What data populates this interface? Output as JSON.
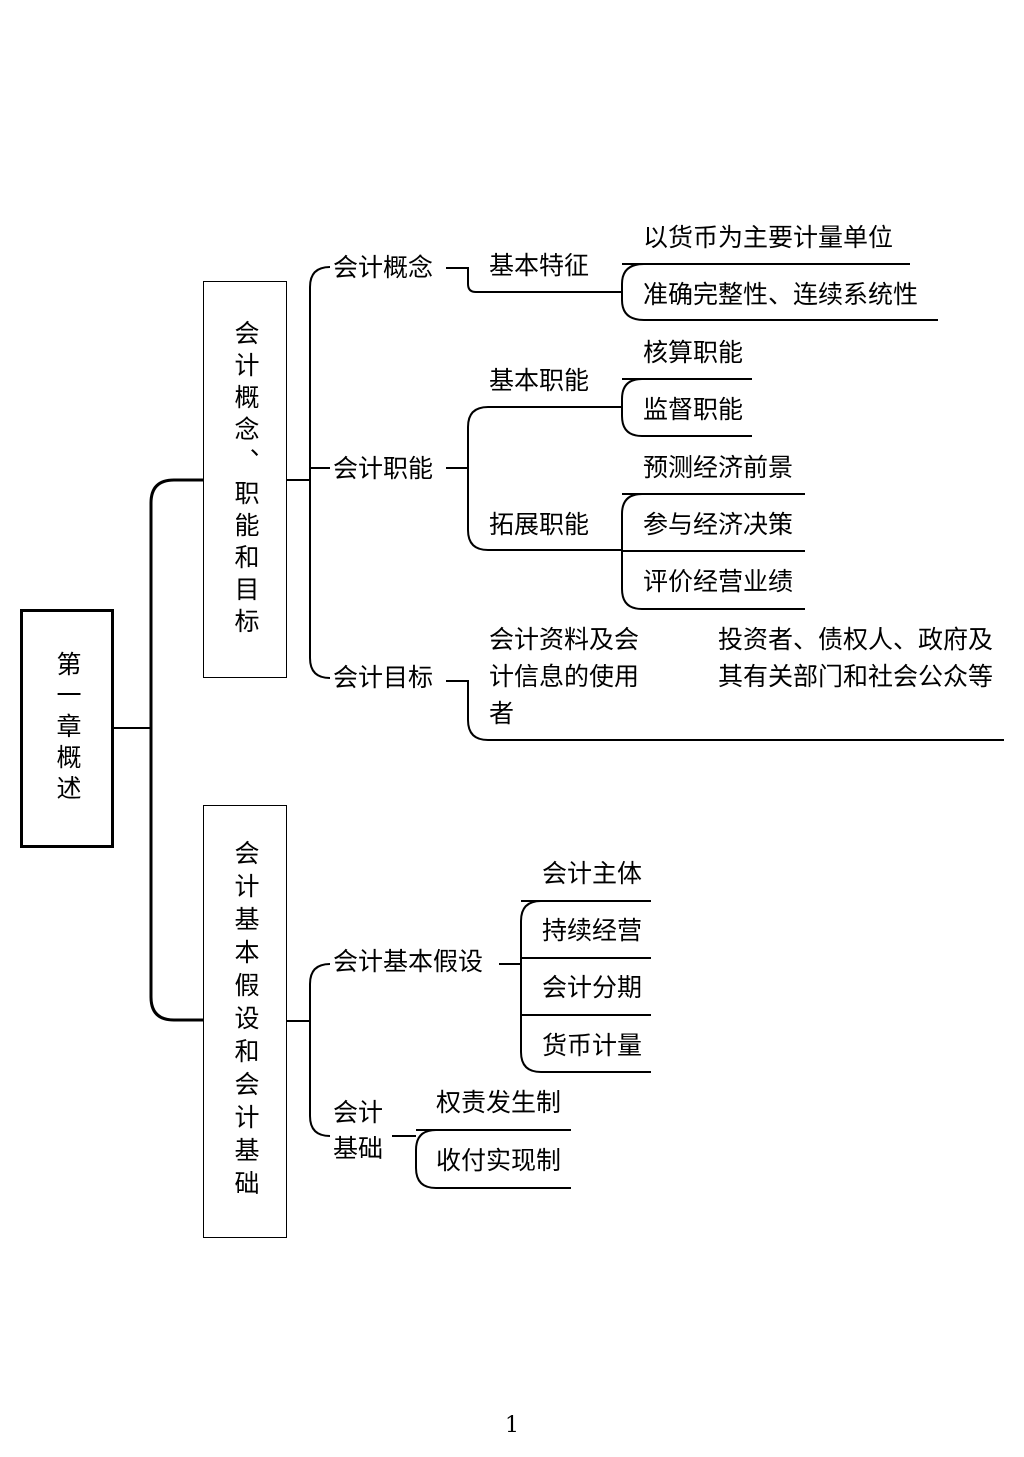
{
  "root": {
    "label": "第一章概述"
  },
  "sections": [
    {
      "label": "会计概念、职能和目标",
      "children": [
        {
          "label": "会计概念",
          "sub": [
            {
              "label": "基本特征",
              "items": [
                "以货币为主要计量单位",
                "准确完整性、连续系统性"
              ]
            }
          ]
        },
        {
          "label": "会计职能",
          "sub": [
            {
              "label": "基本职能",
              "items": [
                "核算职能",
                "监督职能"
              ]
            },
            {
              "label": "拓展职能",
              "items": [
                "预测经济前景",
                "参与经济决策",
                "评价经营业绩"
              ]
            }
          ]
        },
        {
          "label": "会计目标",
          "sub": [
            {
              "label": "会计资料及会计信息的使用者",
              "items": [
                "投资者、债权人、政府及其有关部门和社会公众等"
              ]
            }
          ]
        }
      ]
    },
    {
      "label": "会计基本假设和会计基础",
      "children": [
        {
          "label": "会计基本假设",
          "items": [
            "会计主体",
            "持续经营",
            "会计分期",
            "货币计量"
          ]
        },
        {
          "label": "会计基础",
          "items": [
            "权责发生制",
            "收付实现制"
          ]
        }
      ]
    }
  ],
  "page_number": "1"
}
